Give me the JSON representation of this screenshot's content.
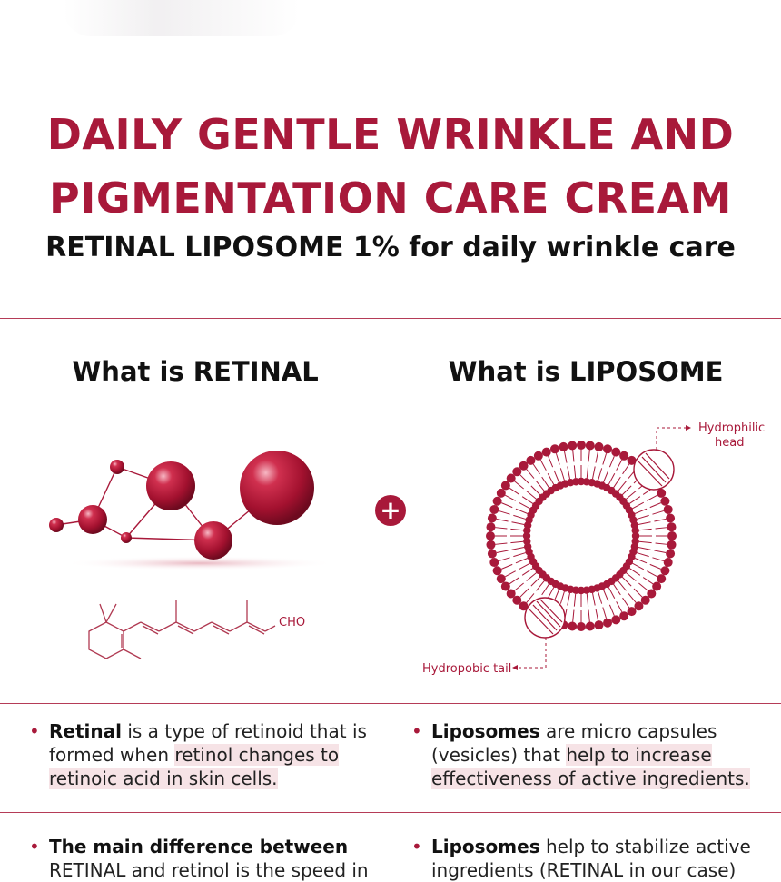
{
  "header": {
    "title_line1": "DAILY GENTLE WRINKLE AND",
    "title_line2": "PIGMENTATION CARE CREAM",
    "subtitle": "RETINAL LIPOSOME 1% for daily wrinkle care"
  },
  "left_panel": {
    "title": "What is RETINAL",
    "formula_label": "CHO",
    "bullet1": {
      "bold": "Retinal",
      "text1": " is a type of retinoid that is",
      "text2": "formed when ",
      "highlight1": "retinol changes to",
      "highlight2": "retinoic acid in skin cells."
    },
    "bullet2": {
      "bold": "The main difference between",
      "cut": "RETINAL and retinol is the speed in"
    }
  },
  "right_panel": {
    "title": "What is LIPOSOME",
    "label_head_1": "Hydrophilic",
    "label_head_2": "head",
    "label_tail": "Hydropobic tail",
    "bullet1": {
      "bold": "Liposomes",
      "text1": " are micro capsules",
      "text2": "(vesicles) that ",
      "highlight1": "help to increase",
      "highlight2": "effectiveness of active ingredients."
    },
    "bullet2": {
      "bold": "Liposomes",
      "text": " help to stabilize active",
      "cut": "ingredients (RETINAL in our case)"
    }
  },
  "divider_symbol": "+",
  "colors": {
    "accent": "#a8193a",
    "highlight": "#f6e3e6",
    "text": "#1a1a1a"
  }
}
